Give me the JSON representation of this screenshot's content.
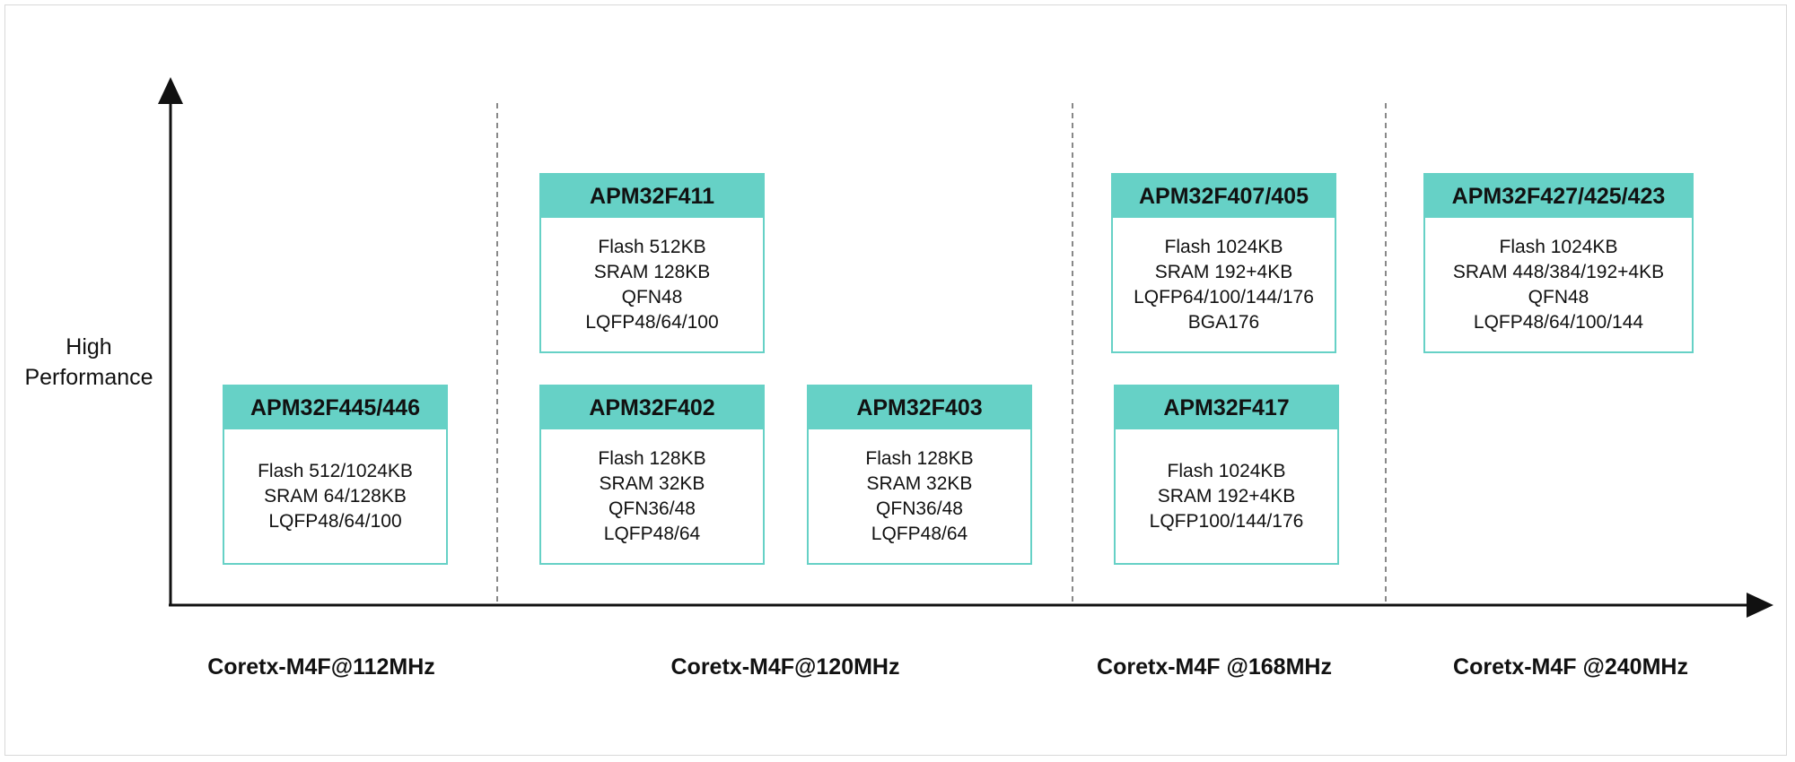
{
  "y_axis": {
    "label_lines": [
      "High",
      "Performance"
    ]
  },
  "x_axis": {
    "categories": [
      "Coretx-M4F@112MHz",
      "Coretx-M4F@120MHz",
      "Coretx-M4F @168MHz",
      "Coretx-M4F @240MHz"
    ]
  },
  "colors": {
    "accent": "#66d1c6",
    "axis": "#111111",
    "divider": "#888888"
  },
  "cards": [
    {
      "title": "APM32F445/446",
      "lines": [
        "Flash 512/1024KB",
        "SRAM 64/128KB",
        "LQFP48/64/100"
      ]
    },
    {
      "title": "APM32F411",
      "lines": [
        "Flash 512KB",
        "SRAM 128KB",
        "QFN48",
        "LQFP48/64/100"
      ]
    },
    {
      "title": "APM32F402",
      "lines": [
        "Flash 128KB",
        "SRAM 32KB",
        "QFN36/48",
        "LQFP48/64"
      ]
    },
    {
      "title": "APM32F403",
      "lines": [
        "Flash 128KB",
        "SRAM 32KB",
        "QFN36/48",
        "LQFP48/64"
      ]
    },
    {
      "title": "APM32F407/405",
      "lines": [
        "Flash 1024KB",
        "SRAM 192+4KB",
        "LQFP64/100/144/176",
        "BGA176"
      ]
    },
    {
      "title": "APM32F417",
      "lines": [
        "Flash 1024KB",
        "SRAM 192+4KB",
        "LQFP100/144/176"
      ]
    },
    {
      "title": "APM32F427/425/423",
      "lines": [
        "Flash 1024KB",
        "SRAM 448/384/192+4KB",
        "QFN48",
        "LQFP48/64/100/144"
      ]
    }
  ]
}
